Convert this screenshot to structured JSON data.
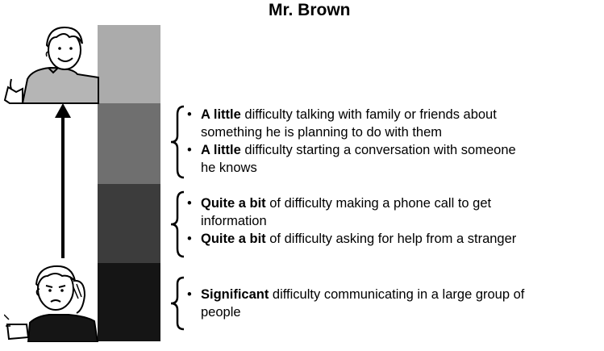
{
  "title": "Mr. Brown",
  "groups": [
    {
      "items": [
        {
          "bold": "A little",
          "line1": " difficulty talking with family or friends about",
          "line2": "something he is planning to do with them"
        },
        {
          "bold": "A little",
          "line1": " difficulty starting a conversation with someone",
          "line2": "he knows"
        }
      ]
    },
    {
      "items": [
        {
          "bold": "Quite a bit",
          "line1": " of difficulty making a phone call to get",
          "line2": "information"
        },
        {
          "bold": "Quite a bit",
          "line1": " of difficulty asking for help from a stranger",
          "line2": ""
        }
      ]
    },
    {
      "items": [
        {
          "bold": "Significant",
          "line1": " difficulty communicating in a large group of",
          "line2": "people"
        }
      ]
    }
  ],
  "bullet_char": "•",
  "colors": {
    "level_1": "#ababab",
    "level_2": "#6f6f6f",
    "level_3": "#3c3c3c",
    "level_4": "#151515"
  },
  "icons": {
    "top_figure": "happy-person-thumbs-up-icon",
    "bottom_figure": "distressed-person-icon",
    "arrow": "up-arrow-icon"
  }
}
